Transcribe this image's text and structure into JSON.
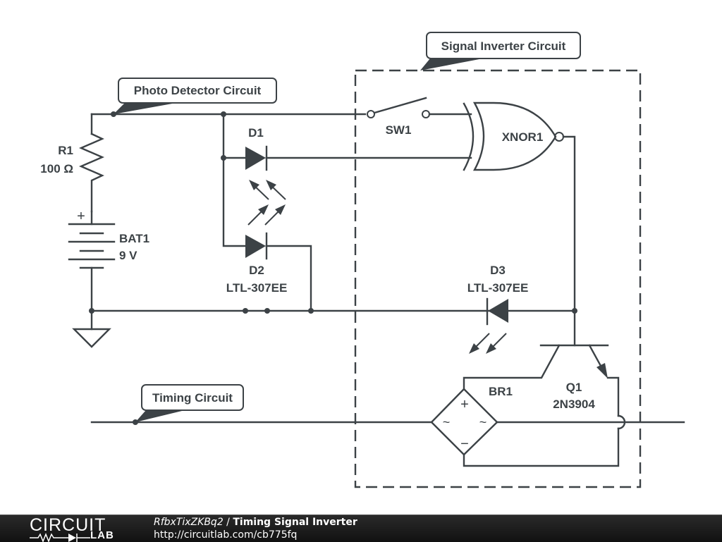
{
  "callouts": {
    "photo_detector": "Photo Detector Circuit",
    "signal_inverter": "Signal Inverter Circuit",
    "timing": "Timing Circuit"
  },
  "components": {
    "r1": {
      "ref": "R1",
      "value": "100 Ω"
    },
    "bat1": {
      "ref": "BAT1",
      "value": "9 V",
      "polarity": "+"
    },
    "d1": {
      "ref": "D1"
    },
    "d2": {
      "ref": "D2",
      "value": "LTL-307EE"
    },
    "d3": {
      "ref": "D3",
      "value": "LTL-307EE"
    },
    "sw1": {
      "ref": "SW1"
    },
    "xnor1": {
      "ref": "XNOR1"
    },
    "br1": {
      "ref": "BR1",
      "plus": "+",
      "minus": "−",
      "ac": "~"
    },
    "q1": {
      "ref": "Q1",
      "value": "2N3904"
    }
  },
  "footer": {
    "logo_top": "CIRCUIT",
    "logo_bottom": "LAB",
    "circuit_id": "RfbxTixZKBq2",
    "separator": " / ",
    "title": "Timing Signal Inverter",
    "url": "http://circuitlab.com/cb775fq"
  }
}
